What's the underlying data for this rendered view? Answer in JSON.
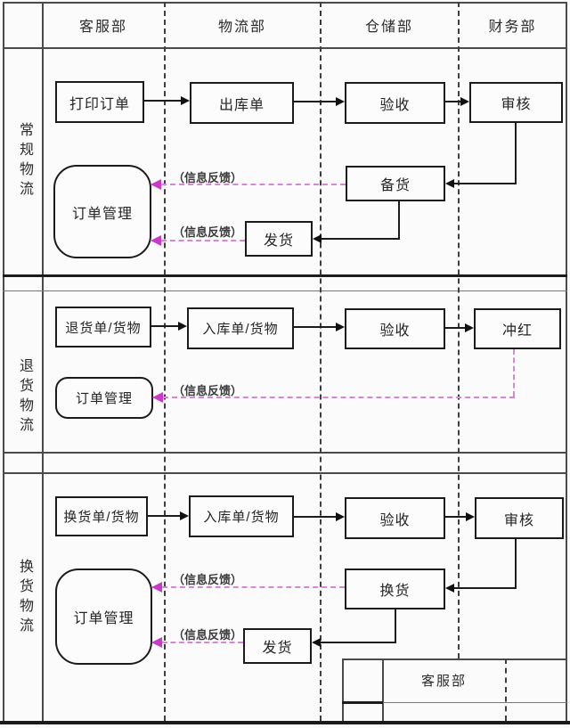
{
  "header": {
    "departments": [
      "客服部",
      "物流部",
      "仓储部",
      "财务部"
    ]
  },
  "feedback_label": "（信息反馈）",
  "lanes": [
    {
      "label": "常规物流",
      "boxes": {
        "print_order": "打印订单",
        "outbound_order": "出库单",
        "inspect": "验收",
        "audit": "审核",
        "order_mgmt": "订单管理",
        "prepare": "备货",
        "ship": "发货"
      }
    },
    {
      "label": "退货物流",
      "boxes": {
        "return_order": "退货单/货物",
        "inbound_order": "入库单/货物",
        "inspect": "验收",
        "reverse": "冲红",
        "order_mgmt": "订单管理"
      }
    },
    {
      "label": "换货物流",
      "boxes": {
        "exchange_order": "换货单/货物",
        "inbound_order": "入库单/货物",
        "inspect": "验收",
        "audit": "审核",
        "order_mgmt": "订单管理",
        "exchange": "换货",
        "ship": "发货"
      }
    }
  ],
  "footer": {
    "label": "客服部"
  },
  "colors": {
    "feedback_line": "#d587d5",
    "feedback_arrowhead": "#c93ac9",
    "flow_line": "#1c1c1c",
    "grid_line": "#4a4a4a"
  }
}
